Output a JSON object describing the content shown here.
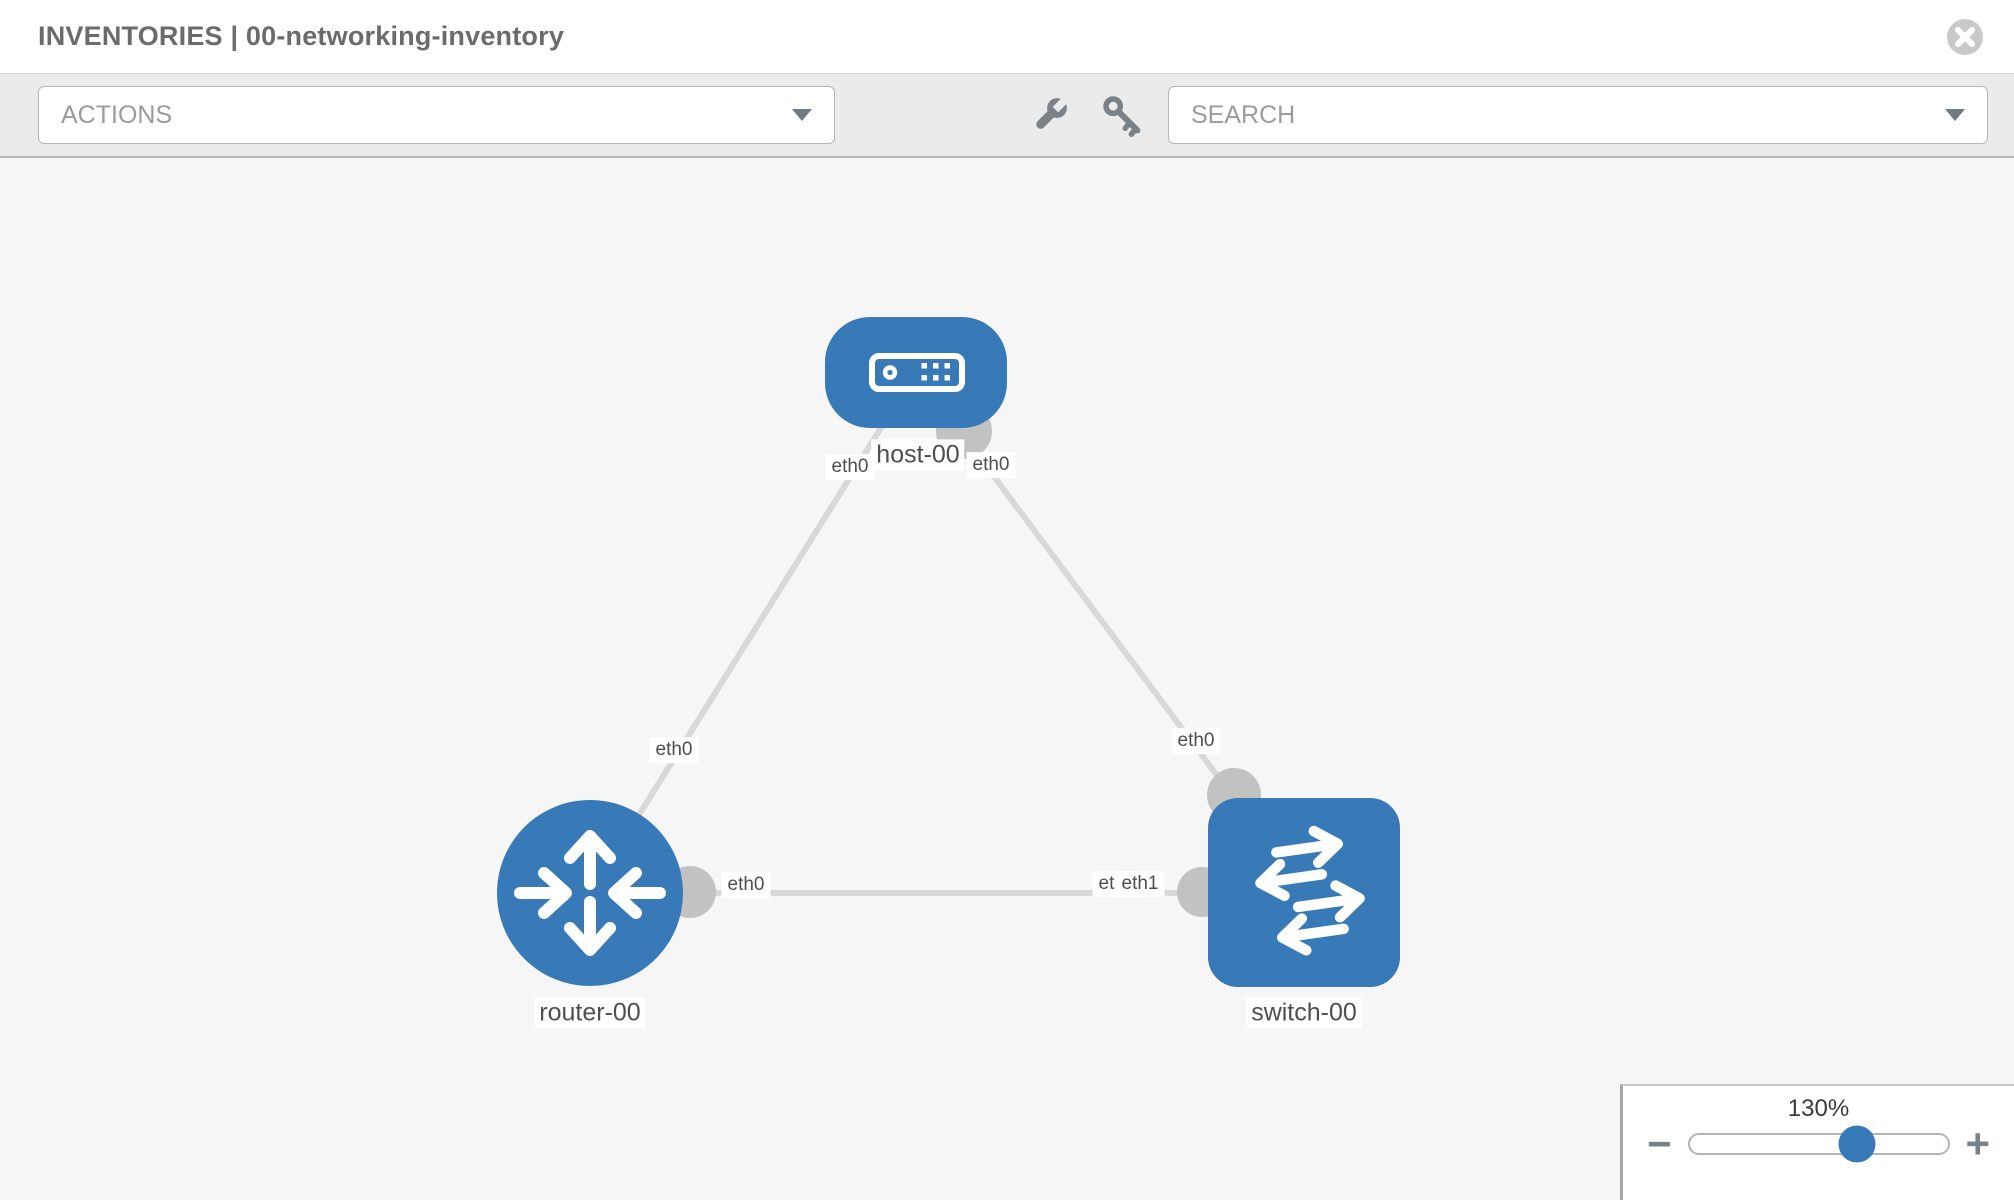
{
  "header": {
    "title": "INVENTORIES | 00-networking-inventory"
  },
  "toolbar": {
    "actions": {
      "label": "ACTIONS"
    },
    "search": {
      "placeholder": "SEARCH"
    }
  },
  "icons": {
    "close": "circle-x-icon",
    "wrench": "wrench-icon",
    "key": "key-icon",
    "caret": "caret-down-icon",
    "minus": "minus-icon",
    "plus": "plus-icon",
    "host": "host-server-icon",
    "router": "router-arrows-icon",
    "switch": "switch-arrows-icon"
  },
  "canvas": {
    "nodes": [
      {
        "id": "host-00",
        "label": "host-00",
        "type": "host"
      },
      {
        "id": "router-00",
        "label": "router-00",
        "type": "router"
      },
      {
        "id": "switch-00",
        "label": "switch-00",
        "type": "switch"
      }
    ],
    "links": [
      {
        "from": "host-00",
        "to": "router-00",
        "from_iface": "eth0",
        "to_iface": "eth0"
      },
      {
        "from": "host-00",
        "to": "switch-00",
        "from_iface": "eth0",
        "to_iface": "eth0"
      },
      {
        "from": "router-00",
        "to": "switch-00",
        "from_iface": "eth0",
        "to_iface": "eth1",
        "to_iface_under": "eth0"
      }
    ]
  },
  "zoom_panel": {
    "level": "130%",
    "minus_label": "−",
    "plus_label": "+"
  },
  "colors": {
    "node_blue": "#377ab7",
    "link_gray": "#d8d8d8",
    "connector_gray": "#c2c2c2",
    "toolbar_gray": "#ebebeb",
    "canvas_gray": "#f6f6f6",
    "icon_gray": "#7b8287"
  }
}
